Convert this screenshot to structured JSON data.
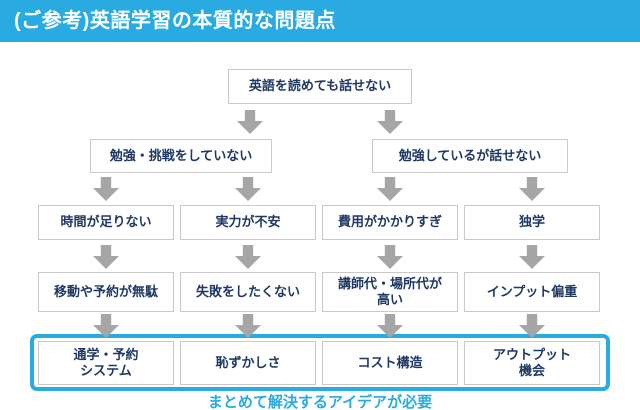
{
  "title": "(ご参考)英語学習の本質的な問題点",
  "colors": {
    "accent": "#29abe2",
    "navy": "#1f3864",
    "arrow": "#a6a6a6",
    "border": "#c9c9c9"
  },
  "flowchart": {
    "root": {
      "label": "英語を読めても話せない"
    },
    "level2": [
      {
        "label": "勉強・挑戦をしていない"
      },
      {
        "label": "勉強しているが話せない"
      }
    ],
    "level3": [
      {
        "label": "時間が足りない"
      },
      {
        "label": "実力が不安"
      },
      {
        "label": "費用がかかりすぎ"
      },
      {
        "label": "独学"
      }
    ],
    "level4": [
      {
        "label": "移動や予約が無駄"
      },
      {
        "label": "失敗をしたくない"
      },
      {
        "label": "講師代・場所代が\n高い"
      },
      {
        "label": "インプット偏重"
      }
    ],
    "level5": [
      {
        "label": "通学・予約\nシステム"
      },
      {
        "label": "恥ずかしさ"
      },
      {
        "label": "コスト構造"
      },
      {
        "label": "アウトプット\n機会"
      }
    ]
  },
  "caption": "まとめて解決するアイデアが必要"
}
